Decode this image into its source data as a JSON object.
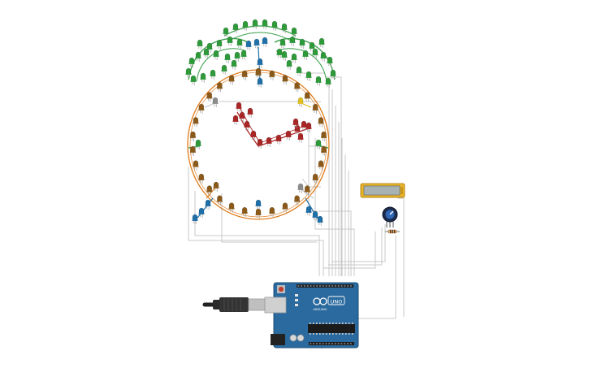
{
  "board": {
    "brand": "ARDUINO",
    "model": "UNO"
  },
  "colors": {
    "background": "#ffffff",
    "wire": "#c8c8c8",
    "led_green": "#2e9a3a",
    "led_brown": "#8b5a1a",
    "led_red": "#a82626",
    "led_blue": "#1f6fa8",
    "led_gray": "#8c8c8c",
    "led_yellow": "#e0c020",
    "clock_wire": "#e07b1a",
    "bell_wire": "#3aa04a",
    "hand_wire": "#b02a2a",
    "board_blue": "#2b6a9e",
    "lcd_frame": "#e8b428",
    "lcd_screen": "#a9b2b3"
  },
  "components": {
    "clock_ring": "led-ring",
    "bells": "green-led-bells",
    "hands": "red-led-hands",
    "lcd": "lcd-16x2",
    "potentiometer": "potentiometer",
    "resistor": "resistor",
    "usb_cable": "usb-cable"
  }
}
